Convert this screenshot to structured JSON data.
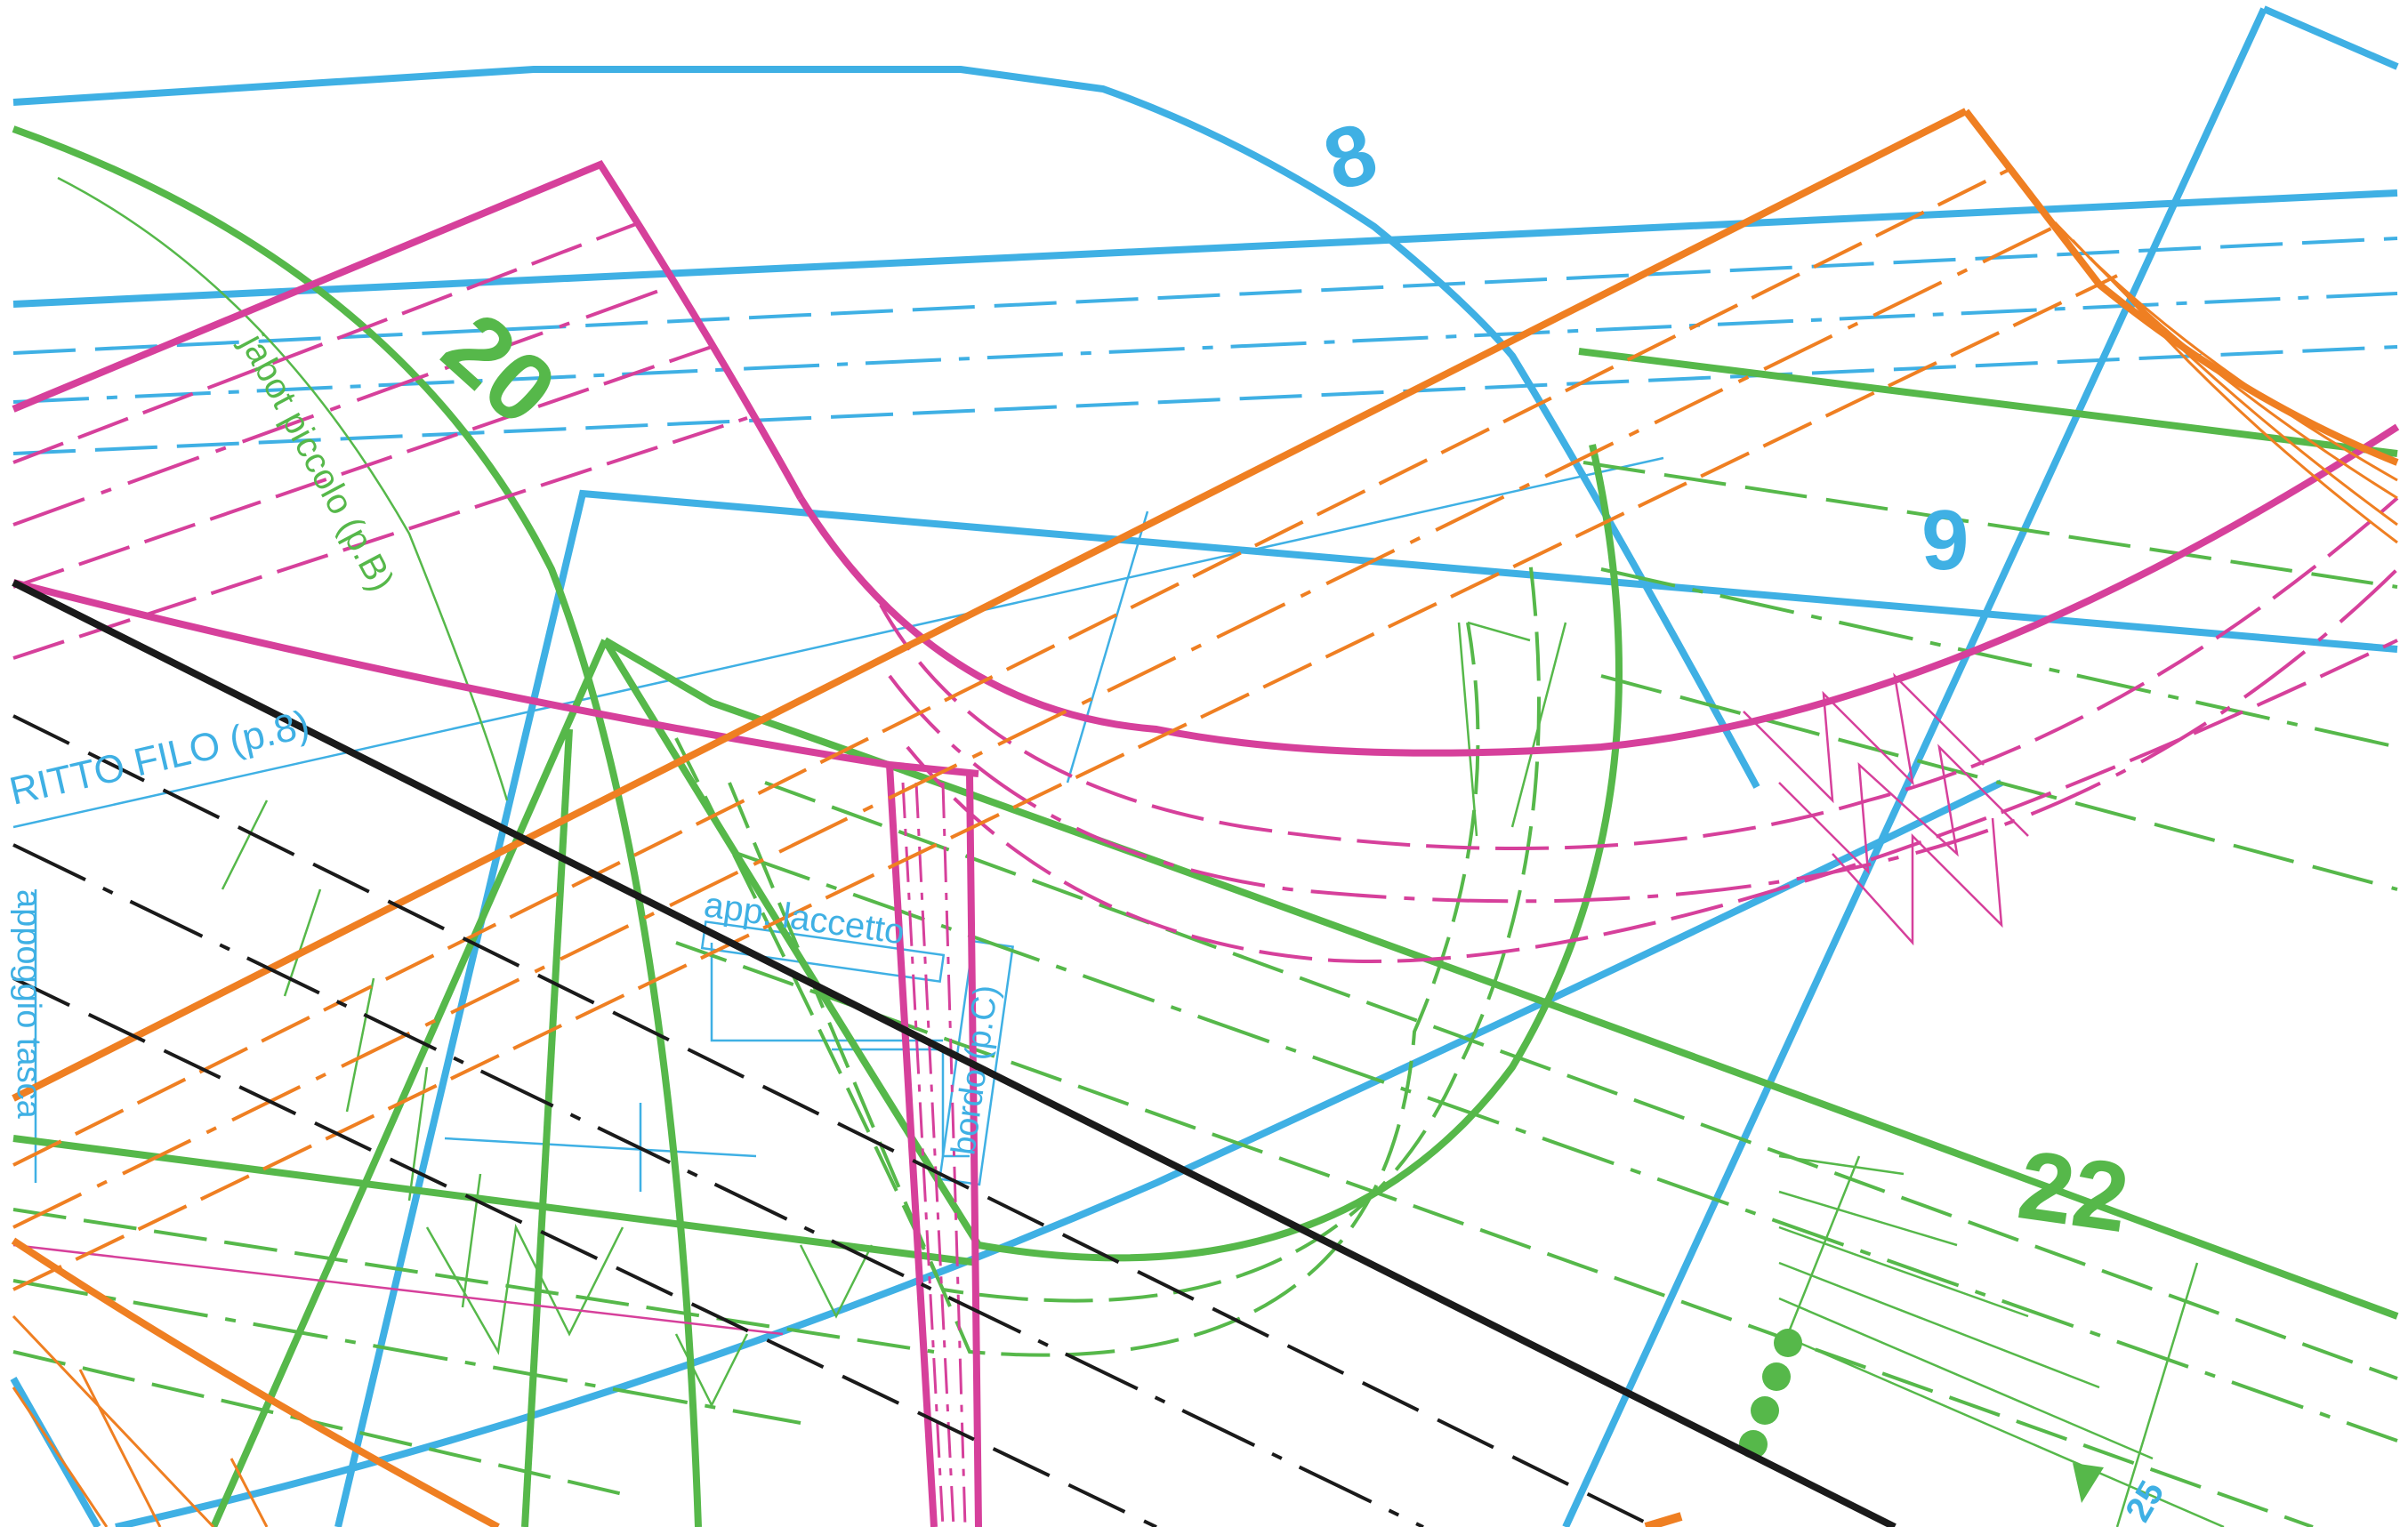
{
  "colors": {
    "blue": "#3fb0e4",
    "green": "#56b84a",
    "magenta": "#d6409b",
    "orange": "#ef7f22",
    "black": "#1a1a1a"
  },
  "piece_numbers": {
    "p8": "8",
    "p9": "9",
    "p20": "20",
    "p22": "22",
    "p25": "25"
  },
  "labels": {
    "dritto_filo": "RITTO FILO (p.8)",
    "jabot": "jabot piccolo (p.B)",
    "app_laccetto": "app. laccetto",
    "bordo": "bordo (p.C)",
    "appoggio_tasca": "appoggio tasca"
  }
}
